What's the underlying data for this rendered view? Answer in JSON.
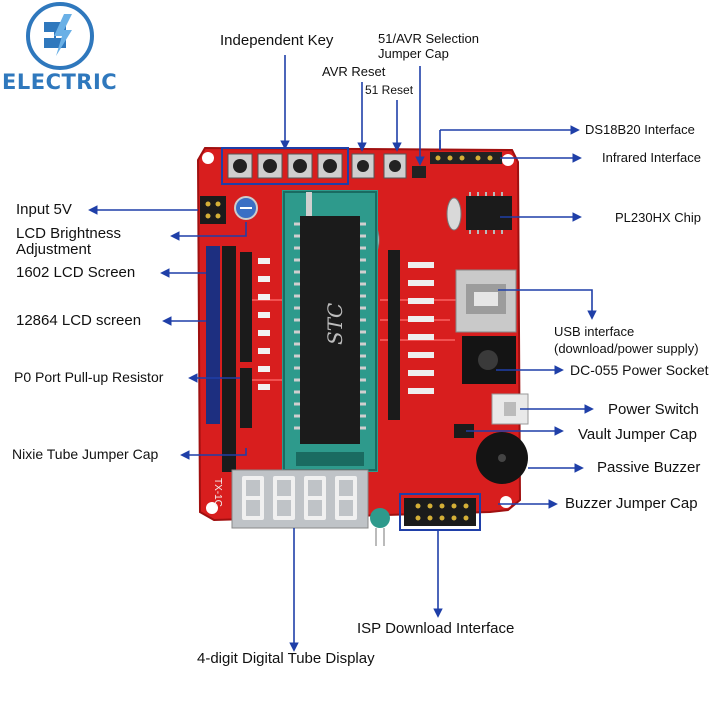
{
  "brand": {
    "name": "ELECTRIC",
    "color": "#2f78bd"
  },
  "board": {
    "chip_label": "STC",
    "silkscreen_model": "TX-1C",
    "colors": {
      "pcb": "#d81e1e",
      "chip": "#1b1b1b",
      "socket": "#2e9a8c",
      "display": "#bfc3c7",
      "segments": "#f0f0f0",
      "arrows": "#1f3fa8"
    }
  },
  "labels": {
    "independent_key": "Independent Key",
    "avr_selection_line1": "51/AVR Selection",
    "avr_selection_line2": "Jumper Cap",
    "avr_reset": "AVR Reset",
    "reset_51": "51 Reset",
    "ds18b20": "DS18B20 Interface",
    "infrared": "Infrared Interface",
    "pl230hx": "PL230HX Chip",
    "input_5v": "Input 5V",
    "lcd_brightness_line1": "LCD Brightness",
    "lcd_brightness_line2": "Adjustment",
    "lcd1602": "1602 LCD Screen",
    "lcd12864": "12864 LCD screen",
    "p0_pullup": "P0 Port Pull-up Resistor",
    "usb_line1": "USB interface",
    "usb_line2": "(download/power supply)",
    "dc055": "DC-055 Power Socket",
    "power_switch": "Power Switch",
    "vault_jumper": "Vault Jumper Cap",
    "passive_buzzer": "Passive Buzzer",
    "buzzer_jumper": "Buzzer Jumper Cap",
    "nixie_jumper": "Nixie Tube Jumper Cap",
    "isp": "ISP Download Interface",
    "digital_tube": "4-digit Digital Tube Display"
  }
}
